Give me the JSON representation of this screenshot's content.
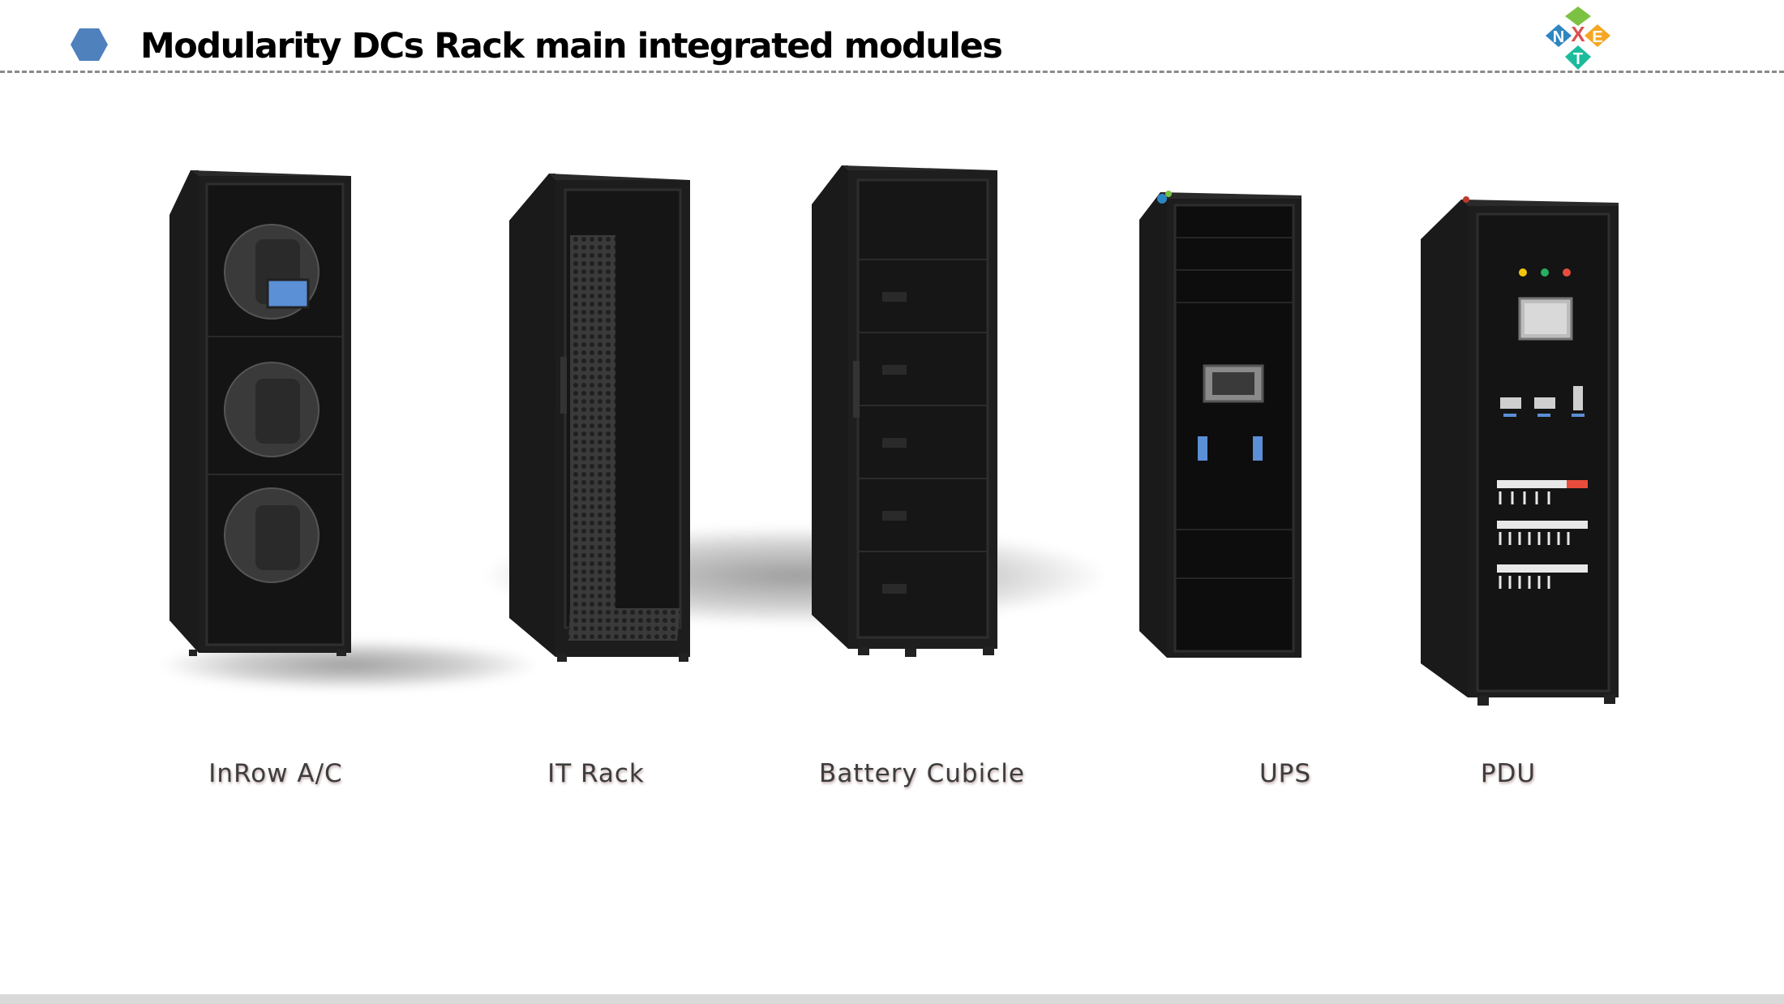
{
  "header": {
    "title": "Modularity DCs Rack main integrated modules",
    "bullet_color": "#4f81bd",
    "logo": {
      "icon": "nxt-logo",
      "letters": [
        "N",
        "X",
        "E",
        "T"
      ],
      "colors": [
        "#6ab04c",
        "#2e86c1",
        "#f39c12",
        "#1abc9c"
      ]
    }
  },
  "modules": [
    {
      "label": "InRow A/C",
      "icon": "inrow-ac-cabinet-image"
    },
    {
      "label": "IT Rack",
      "icon": "it-rack-cabinet-image"
    },
    {
      "label": "Battery Cubicle",
      "icon": "battery-cubicle-cabinet-image"
    },
    {
      "label": "UPS",
      "icon": "ups-cabinet-image"
    },
    {
      "label": "PDU",
      "icon": "pdu-cabinet-image"
    }
  ]
}
